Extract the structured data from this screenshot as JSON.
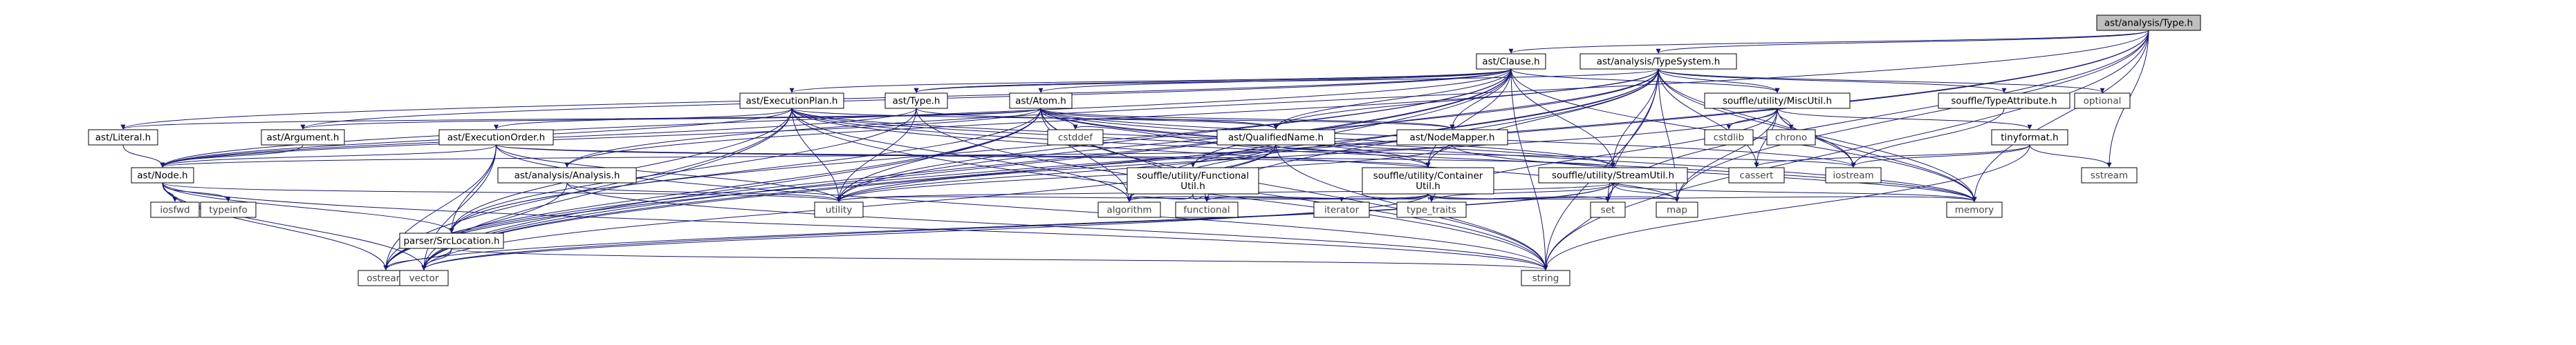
{
  "colors": {
    "edge": "#191970",
    "root_fill": "#bfbfbf",
    "node_fill": "#ffffff",
    "external_border": "#bfbfbf",
    "node_border": "#000000"
  },
  "nodes": [
    {
      "id": "root",
      "label": "ast/analysis/Type.h",
      "kind": "root"
    },
    {
      "id": "clause",
      "label": "ast/Clause.h",
      "kind": "file"
    },
    {
      "id": "typesystem",
      "label": "ast/analysis/TypeSystem.h",
      "kind": "file"
    },
    {
      "id": "execplan",
      "label": "ast/ExecutionPlan.h",
      "kind": "file"
    },
    {
      "id": "asttype",
      "label": "ast/Type.h",
      "kind": "file"
    },
    {
      "id": "atom",
      "label": "ast/Atom.h",
      "kind": "file"
    },
    {
      "id": "miscutil",
      "label": "souffle/utility/MiscUtil.h",
      "kind": "file"
    },
    {
      "id": "typeattr",
      "label": "souffle/TypeAttribute.h",
      "kind": "file"
    },
    {
      "id": "optional",
      "label": "optional",
      "kind": "ext"
    },
    {
      "id": "literal",
      "label": "ast/Literal.h",
      "kind": "file"
    },
    {
      "id": "argument",
      "label": "ast/Argument.h",
      "kind": "file"
    },
    {
      "id": "execorder",
      "label": "ast/ExecutionOrder.h",
      "kind": "file"
    },
    {
      "id": "qualname",
      "label": "ast/QualifiedName.h",
      "kind": "file"
    },
    {
      "id": "nodemapper",
      "label": "ast/NodeMapper.h",
      "kind": "file"
    },
    {
      "id": "cstddef",
      "label": "cstddef",
      "kind": "ext"
    },
    {
      "id": "cstdlib",
      "label": "cstdlib",
      "kind": "ext"
    },
    {
      "id": "chrono",
      "label": "chrono",
      "kind": "ext"
    },
    {
      "id": "tinyformat",
      "label": "tinyformat.h",
      "kind": "file"
    },
    {
      "id": "node",
      "label": "ast/Node.h",
      "kind": "file"
    },
    {
      "id": "analysis",
      "label": "ast/analysis/Analysis.h",
      "kind": "file"
    },
    {
      "id": "functional_util",
      "label": "souffle/utility/Functional\nUtil.h",
      "kind": "file"
    },
    {
      "id": "container_util",
      "label": "souffle/utility/Container\nUtil.h",
      "kind": "file"
    },
    {
      "id": "stream_util",
      "label": "souffle/utility/StreamUtil.h",
      "kind": "file"
    },
    {
      "id": "cassert",
      "label": "cassert",
      "kind": "ext"
    },
    {
      "id": "iostream",
      "label": "iostream",
      "kind": "ext"
    },
    {
      "id": "sstream",
      "label": "sstream",
      "kind": "ext"
    },
    {
      "id": "iosfwd",
      "label": "iosfwd",
      "kind": "ext"
    },
    {
      "id": "typeinfo",
      "label": "typeinfo",
      "kind": "ext"
    },
    {
      "id": "utility",
      "label": "utility",
      "kind": "ext"
    },
    {
      "id": "srcloc",
      "label": "parser/SrcLocation.h",
      "kind": "file"
    },
    {
      "id": "algorithm",
      "label": "algorithm",
      "kind": "ext"
    },
    {
      "id": "functional",
      "label": "functional",
      "kind": "ext"
    },
    {
      "id": "iterator",
      "label": "iterator",
      "kind": "ext"
    },
    {
      "id": "type_traits",
      "label": "type_traits",
      "kind": "ext"
    },
    {
      "id": "set",
      "label": "set",
      "kind": "ext"
    },
    {
      "id": "map",
      "label": "map",
      "kind": "ext"
    },
    {
      "id": "memory",
      "label": "memory",
      "kind": "ext"
    },
    {
      "id": "ostream",
      "label": "ostream",
      "kind": "ext"
    },
    {
      "id": "vector",
      "label": "vector",
      "kind": "ext"
    },
    {
      "id": "string",
      "label": "string",
      "kind": "ext"
    }
  ],
  "edges": [
    [
      "root",
      "clause"
    ],
    [
      "root",
      "typesystem"
    ],
    [
      "root",
      "memory"
    ],
    [
      "root",
      "map"
    ],
    [
      "root",
      "set"
    ],
    [
      "root",
      "sstream"
    ],
    [
      "root",
      "string"
    ],
    [
      "root",
      "vector"
    ],
    [
      "root",
      "ostream"
    ],
    [
      "root",
      "analysis"
    ],
    [
      "clause",
      "asttype"
    ],
    [
      "clause",
      "atom"
    ],
    [
      "clause",
      "execplan"
    ],
    [
      "clause",
      "literal"
    ],
    [
      "clause",
      "node"
    ],
    [
      "clause",
      "nodemapper"
    ],
    [
      "clause",
      "srcloc"
    ],
    [
      "clause",
      "container_util"
    ],
    [
      "clause",
      "stream_util"
    ],
    [
      "clause",
      "miscutil"
    ],
    [
      "clause",
      "algorithm"
    ],
    [
      "clause",
      "memory"
    ],
    [
      "clause",
      "ostream"
    ],
    [
      "clause",
      "string"
    ],
    [
      "clause",
      "utility"
    ],
    [
      "clause",
      "vector"
    ],
    [
      "clause",
      "qualname"
    ],
    [
      "clause",
      "argument"
    ],
    [
      "typesystem",
      "asttype"
    ],
    [
      "typesystem",
      "qualname"
    ],
    [
      "typesystem",
      "typeattr"
    ],
    [
      "typesystem",
      "container_util"
    ],
    [
      "typesystem",
      "functional_util"
    ],
    [
      "typesystem",
      "miscutil"
    ],
    [
      "typesystem",
      "stream_util"
    ],
    [
      "typesystem",
      "optional"
    ],
    [
      "typesystem",
      "memory"
    ],
    [
      "typesystem",
      "map"
    ],
    [
      "typesystem",
      "set"
    ],
    [
      "typesystem",
      "string"
    ],
    [
      "typesystem",
      "utility"
    ],
    [
      "typesystem",
      "vector"
    ],
    [
      "typesystem",
      "cassert"
    ],
    [
      "typesystem",
      "iostream"
    ],
    [
      "typesystem",
      "algorithm"
    ],
    [
      "typesystem",
      "analysis"
    ],
    [
      "typesystem",
      "functional"
    ],
    [
      "execplan",
      "execorder"
    ],
    [
      "execplan",
      "node"
    ],
    [
      "execplan",
      "nodemapper"
    ],
    [
      "execplan",
      "srcloc"
    ],
    [
      "execplan",
      "container_util"
    ],
    [
      "execplan",
      "stream_util"
    ],
    [
      "execplan",
      "map"
    ],
    [
      "execplan",
      "memory"
    ],
    [
      "execplan",
      "ostream"
    ],
    [
      "execplan",
      "utility"
    ],
    [
      "execplan",
      "vector"
    ],
    [
      "execplan",
      "algorithm"
    ],
    [
      "execplan",
      "string"
    ],
    [
      "asttype",
      "node"
    ],
    [
      "asttype",
      "qualname"
    ],
    [
      "asttype",
      "srcloc"
    ],
    [
      "asttype",
      "string"
    ],
    [
      "asttype",
      "utility"
    ],
    [
      "atom",
      "argument"
    ],
    [
      "atom",
      "literal"
    ],
    [
      "atom",
      "node"
    ],
    [
      "atom",
      "nodemapper"
    ],
    [
      "atom",
      "qualname"
    ],
    [
      "atom",
      "srcloc"
    ],
    [
      "atom",
      "container_util"
    ],
    [
      "atom",
      "stream_util"
    ],
    [
      "atom",
      "algorithm"
    ],
    [
      "atom",
      "cstddef"
    ],
    [
      "atom",
      "iostream"
    ],
    [
      "atom",
      "memory"
    ],
    [
      "atom",
      "string"
    ],
    [
      "atom",
      "utility"
    ],
    [
      "atom",
      "vector"
    ],
    [
      "atom",
      "ostream"
    ],
    [
      "atom",
      "functional"
    ],
    [
      "miscutil",
      "tinyformat"
    ],
    [
      "miscutil",
      "cassert"
    ],
    [
      "miscutil",
      "chrono"
    ],
    [
      "miscutil",
      "cstdlib"
    ],
    [
      "miscutil",
      "iostream"
    ],
    [
      "miscutil",
      "map"
    ],
    [
      "miscutil",
      "memory"
    ],
    [
      "miscutil",
      "type_traits"
    ],
    [
      "miscutil",
      "utility"
    ],
    [
      "typeattr",
      "iostream"
    ],
    [
      "literal",
      "node"
    ],
    [
      "argument",
      "node"
    ],
    [
      "execorder",
      "node"
    ],
    [
      "execorder",
      "srcloc"
    ],
    [
      "execorder",
      "container_util"
    ],
    [
      "execorder",
      "stream_util"
    ],
    [
      "execorder",
      "ostream"
    ],
    [
      "execorder",
      "string"
    ],
    [
      "execorder",
      "utility"
    ],
    [
      "execorder",
      "vector"
    ],
    [
      "qualname",
      "algorithm"
    ],
    [
      "qualname",
      "cstddef"
    ],
    [
      "qualname",
      "iostream"
    ],
    [
      "qualname",
      "string"
    ],
    [
      "qualname",
      "utility"
    ],
    [
      "qualname",
      "vector"
    ],
    [
      "nodemapper",
      "memory"
    ],
    [
      "nodemapper",
      "node"
    ],
    [
      "nodemapper",
      "utility"
    ],
    [
      "tinyformat",
      "cassert"
    ],
    [
      "tinyformat",
      "iostream"
    ],
    [
      "tinyformat",
      "sstream"
    ],
    [
      "tinyformat",
      "string"
    ],
    [
      "node",
      "srcloc"
    ],
    [
      "node",
      "iosfwd"
    ],
    [
      "node",
      "typeinfo"
    ],
    [
      "node",
      "string"
    ],
    [
      "node",
      "vector"
    ],
    [
      "node",
      "ostream"
    ],
    [
      "node",
      "utility"
    ],
    [
      "analysis",
      "ostream"
    ],
    [
      "analysis",
      "string"
    ],
    [
      "analysis",
      "utility"
    ],
    [
      "functional_util",
      "algorithm"
    ],
    [
      "functional_util",
      "functional"
    ],
    [
      "container_util",
      "algorithm"
    ],
    [
      "container_util",
      "functional"
    ],
    [
      "container_util",
      "iterator"
    ],
    [
      "container_util",
      "map"
    ],
    [
      "container_util",
      "memory"
    ],
    [
      "container_util",
      "set"
    ],
    [
      "container_util",
      "type_traits"
    ],
    [
      "container_util",
      "utility"
    ],
    [
      "container_util",
      "vector"
    ],
    [
      "stream_util",
      "map"
    ],
    [
      "stream_util",
      "memory"
    ],
    [
      "stream_util",
      "ostream"
    ],
    [
      "stream_util",
      "set"
    ],
    [
      "stream_util",
      "string"
    ],
    [
      "stream_util",
      "type_traits"
    ],
    [
      "stream_util",
      "utility"
    ],
    [
      "stream_util",
      "vector"
    ],
    [
      "srcloc",
      "ostream"
    ],
    [
      "srcloc",
      "string"
    ],
    [
      "srcloc",
      "vector"
    ]
  ]
}
